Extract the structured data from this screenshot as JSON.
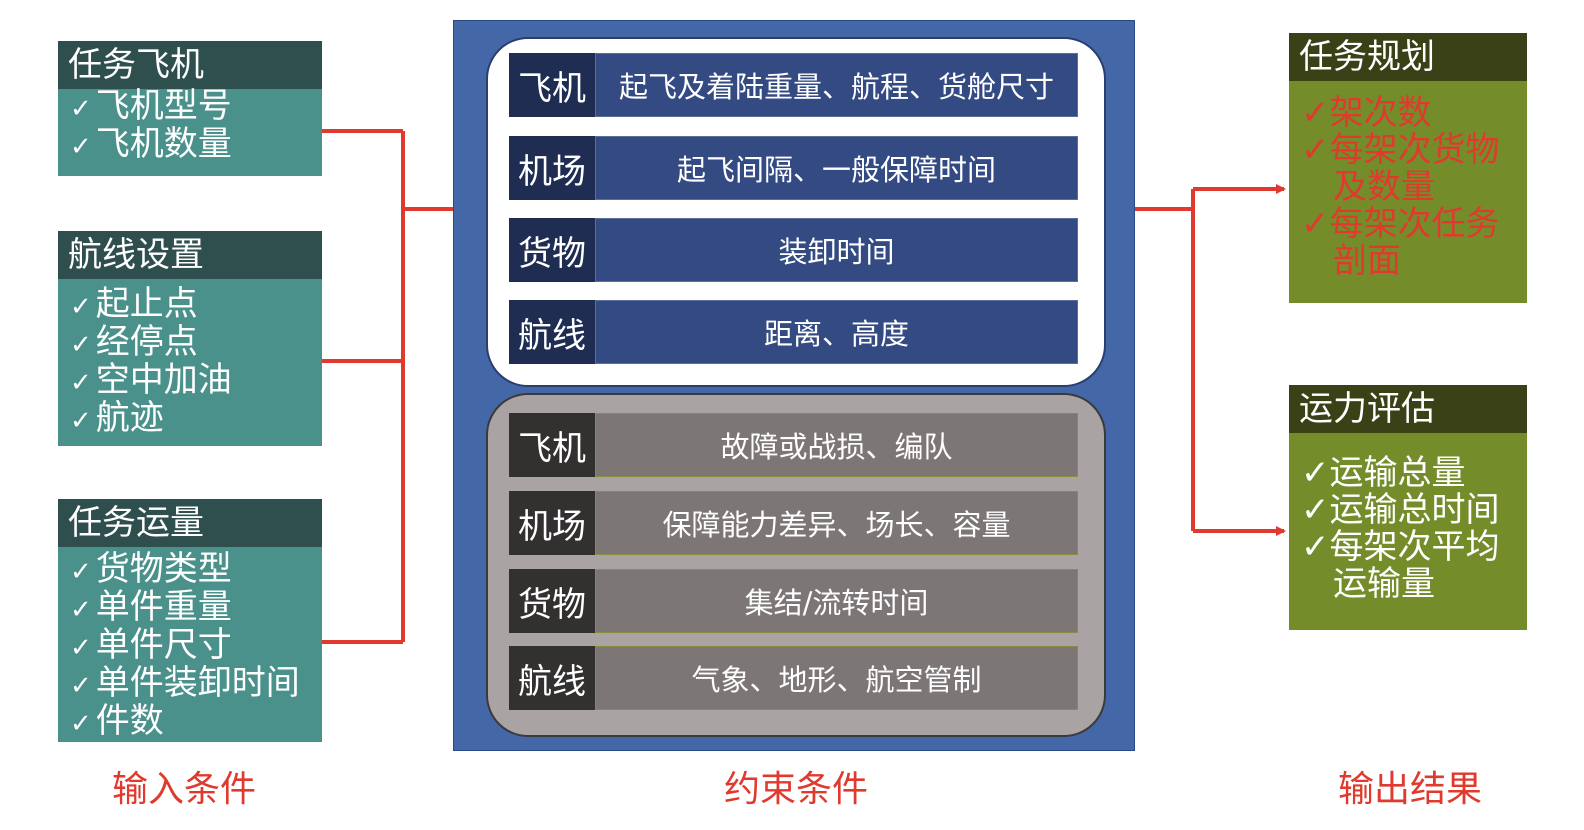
{
  "inputs": [
    {
      "title": "任务飞机",
      "items": [
        "飞机型号",
        "飞机数量"
      ]
    },
    {
      "title": "航线设置",
      "items": [
        "起止点",
        "经停点",
        "空中加油",
        "航迹"
      ]
    },
    {
      "title": "任务运量",
      "items": [
        "货物类型",
        "单件重量",
        "单件尺寸",
        "单件装卸时间",
        "件数"
      ]
    }
  ],
  "constraints_top": [
    {
      "key": "飞机",
      "value": "起飞及着陆重量、航程、货舱尺寸"
    },
    {
      "key": "机场",
      "value": "起飞间隔、一般保障时间"
    },
    {
      "key": "货物",
      "value": "装卸时间"
    },
    {
      "key": "航线",
      "value": "距离、高度"
    }
  ],
  "constraints_bottom": [
    {
      "key": "飞机",
      "value": "故障或战损、编队"
    },
    {
      "key": "机场",
      "value": "保障能力差异、场长、容量"
    },
    {
      "key": "货物",
      "value": "集结/流转时间"
    },
    {
      "key": "航线",
      "value": "气象、地形、航空管制"
    }
  ],
  "outputs": [
    {
      "title": "任务规划",
      "lines": [
        "✓架次数",
        "✓每架次货物",
        "及数量",
        "✓每架次任务",
        "剖面"
      ]
    },
    {
      "title": "运力评估",
      "lines": [
        "✓运输总量",
        "✓运输总时间",
        "✓每架次平均",
        "运输量"
      ]
    }
  ],
  "captions": {
    "input": "输入条件",
    "constraint": "约束条件",
    "output": "输出结果"
  },
  "colors": {
    "input_box": "#4a908b",
    "input_header": "#2f4f4e",
    "panel": "#4467a8",
    "output_box": "#748d2a",
    "output_header": "#3b4116",
    "arrow": "#e03a2e"
  }
}
